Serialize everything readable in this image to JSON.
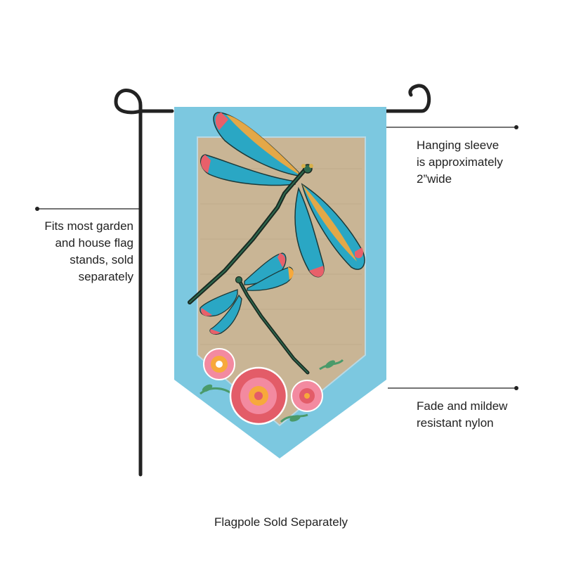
{
  "colors": {
    "flag_border": "#7cc8e0",
    "burlap": "#c9b595",
    "pole": "#222222",
    "wing_blue": "#2aa7c4",
    "wing_orange": "#f7a93b",
    "wing_tip": "#e8606a",
    "flower_red": "#e35c68",
    "flower_pink": "#f38aa0",
    "leaf_green": "#4a9a6a"
  },
  "annotations": {
    "sleeve": "Hanging sleeve\nis approximately\n2”wide",
    "stands": "Fits most garden\nand house flag\nstands, sold\nseparately",
    "material": "Fade and mildew\nresistant nylon"
  },
  "caption": "Flagpole Sold Separately"
}
